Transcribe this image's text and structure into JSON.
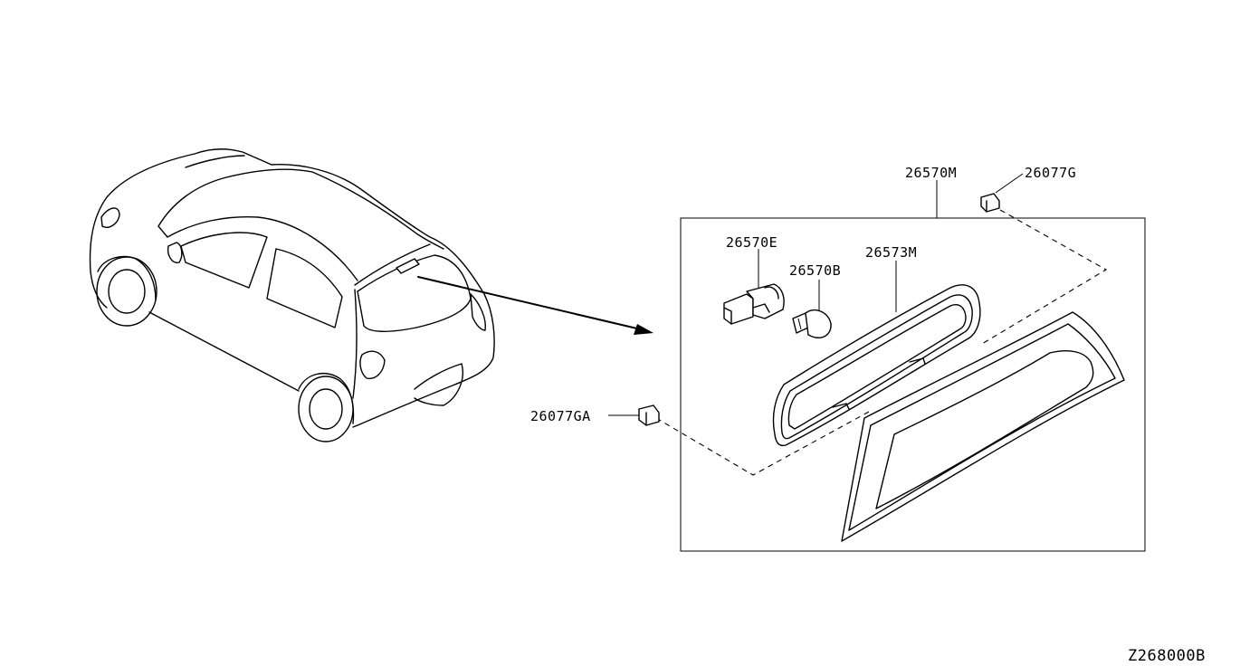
{
  "labels": {
    "assembly": "26570M",
    "clip_top": "26077G",
    "socket": "26570E",
    "bulb": "26570B",
    "gasket": "26573M",
    "clip_left": "26077GA"
  },
  "diagram_code": "Z268000B"
}
